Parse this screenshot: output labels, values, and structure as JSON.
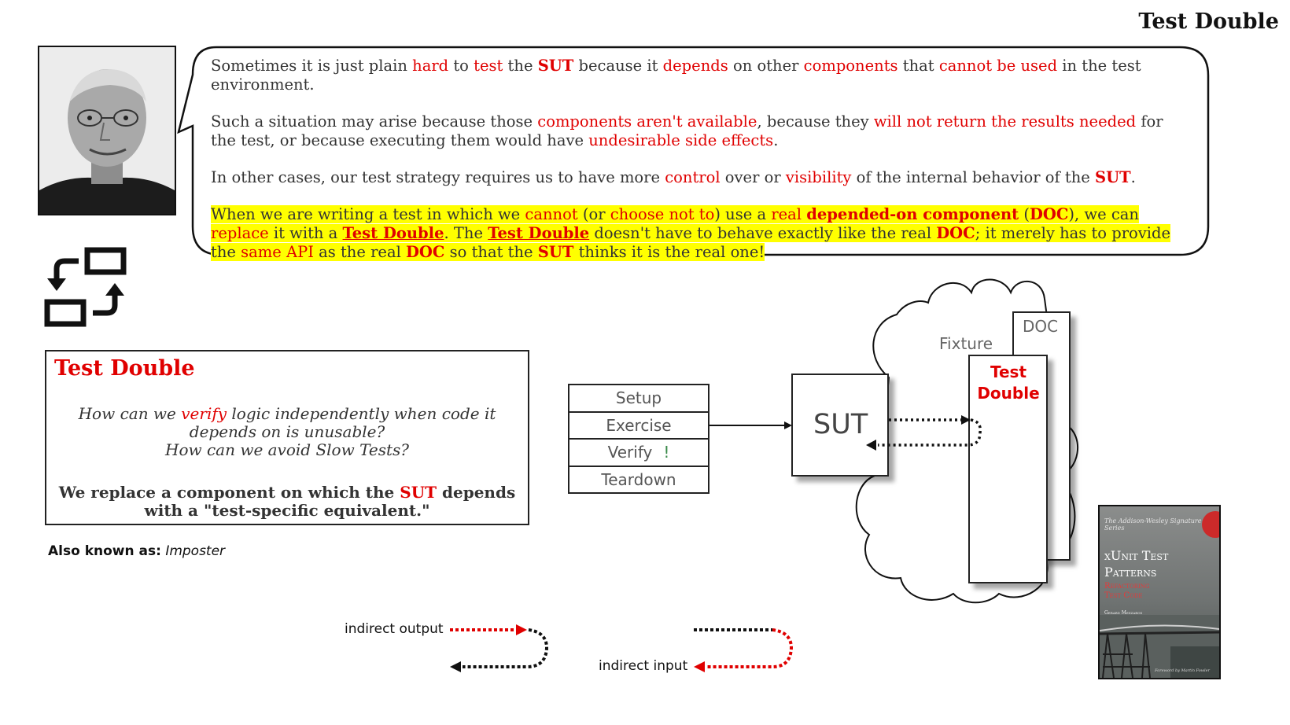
{
  "page": {
    "title": "Test Double"
  },
  "bubble": {
    "p1": {
      "s1": "Sometimes it is just plain ",
      "s2": "hard",
      "s3": " to ",
      "s4": "test",
      "s5": " the ",
      "s6": "SUT",
      "s7": " because it ",
      "s8": "depends",
      "s9": " on other ",
      "s10": "components",
      "s11": " that ",
      "s12": "cannot be used",
      "s13": " in the test environment."
    },
    "p2": {
      "s1": "Such a situation may arise because those ",
      "s2": "components aren't available",
      "s3": ", because they ",
      "s4": "will not return the results needed",
      "s5": " for the test, or because executing them would have ",
      "s6": "undesirable side effects",
      "s7": "."
    },
    "p3": {
      "s1": "In other cases, our test strategy requires us to have more ",
      "s2": "control",
      "s3": " over or ",
      "s4": "visibility",
      "s5": " of the internal behavior of the ",
      "s6": "SUT",
      "s7": "."
    },
    "p4": {
      "s1": "When we are writing a test in which we ",
      "s2": "cannot",
      "s3": " (or ",
      "s4": "choose not to",
      "s5": ") use a ",
      "s6": "real",
      "s7": " ",
      "s8": "depended-on component",
      "s9": " (",
      "s10": "DOC",
      "s11": "), we can ",
      "s12": "replace",
      "s13": " it with a ",
      "s14": "Test Double",
      "s15": ". The ",
      "s16": "Test Double",
      "s17": "  doesn't have to behave exactly like the real ",
      "s18": "DOC",
      "s19": "; it merely has to provide the ",
      "s20": "same API",
      "s21": " as the real ",
      "s22": "DOC",
      "s23": " so that the ",
      "s24": "SUT",
      "s25": " thinks it is the real one!"
    }
  },
  "pattern": {
    "title": "Test Double",
    "q1a": "How can we ",
    "q1b": "verify",
    "q1c": " logic independently when code it depends on is unusable?",
    "q2": "How can we avoid Slow Tests?",
    "s1": "We replace a component on which the ",
    "s2": "SUT",
    "s3": " depends with a \"test-specific equivalent.\""
  },
  "aka": {
    "label": "Also known as:",
    "value": "Imposter"
  },
  "diagram": {
    "phases": [
      "Setup",
      "Exercise",
      "Verify",
      "Teardown"
    ],
    "verify_mark": "!",
    "sut": "SUT",
    "fixture": "Fixture",
    "doc": "DOC",
    "test_double_line1": "Test",
    "test_double_line2": "Double"
  },
  "legend": {
    "output": "indirect output",
    "input": "indirect input"
  },
  "book": {
    "series": "The Addison-Wesley Signature Series",
    "title_l1": "xUnit Test",
    "title_l2": "Patterns",
    "sub_l1": "Refactoring",
    "sub_l2": "Test Code",
    "author": "Gerard Meszaros",
    "foreword": "Foreword by Martin Fowler"
  },
  "colors": {
    "accent": "#e00000",
    "highlight": "#ffff00",
    "ink": "#222222"
  }
}
